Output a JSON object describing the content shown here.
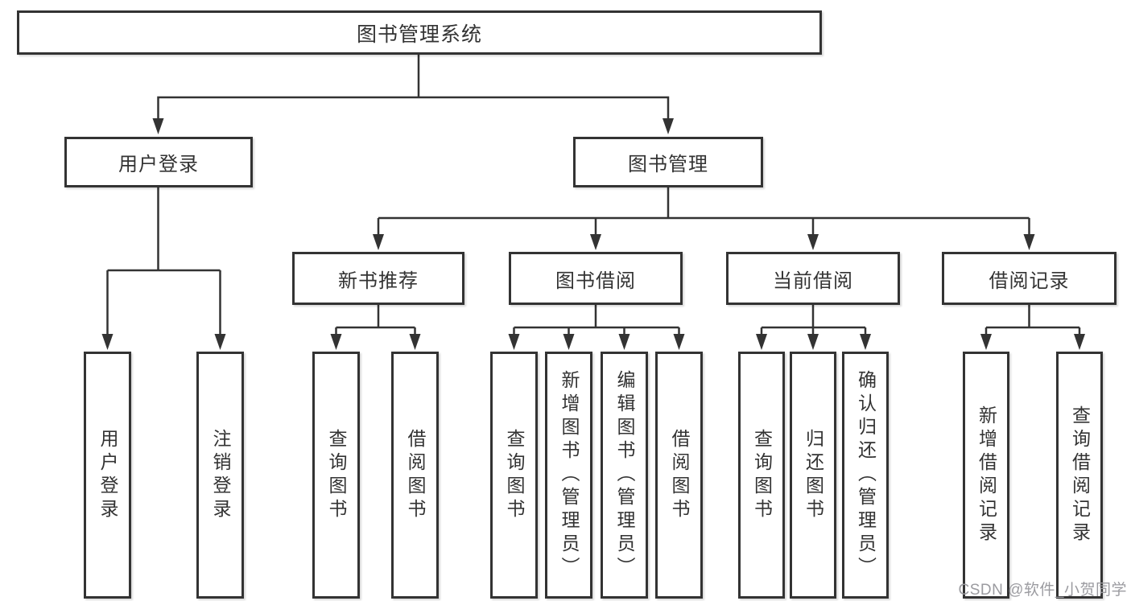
{
  "tree": {
    "root": {
      "label": "图书管理系统",
      "children": [
        {
          "label": "用户登录",
          "children": [
            {
              "label": "用户登录"
            },
            {
              "label": "注销登录"
            }
          ]
        },
        {
          "label": "图书管理",
          "children": [
            {
              "label": "新书推荐",
              "children": [
                {
                  "label": "查询图书"
                },
                {
                  "label": "借阅图书"
                }
              ]
            },
            {
              "label": "图书借阅",
              "children": [
                {
                  "label": "查询图书"
                },
                {
                  "label": "新增图书（管理员）"
                },
                {
                  "label": "编辑图书（管理员）"
                },
                {
                  "label": "借阅图书"
                }
              ]
            },
            {
              "label": "当前借阅",
              "children": [
                {
                  "label": "查询图书"
                },
                {
                  "label": "归还图书"
                },
                {
                  "label": "确认归还（管理员）"
                }
              ]
            },
            {
              "label": "借阅记录",
              "children": [
                {
                  "label": "新增借阅记录"
                },
                {
                  "label": "查询借阅记录"
                }
              ]
            }
          ]
        }
      ]
    }
  },
  "watermark": {
    "text": "CSDN @软件_小贺同学"
  },
  "colors": {
    "line": "#333333",
    "box_border": "#333333",
    "box_fill": "#ffffff",
    "text": "#333333",
    "watermark": "#9b9ba0"
  }
}
